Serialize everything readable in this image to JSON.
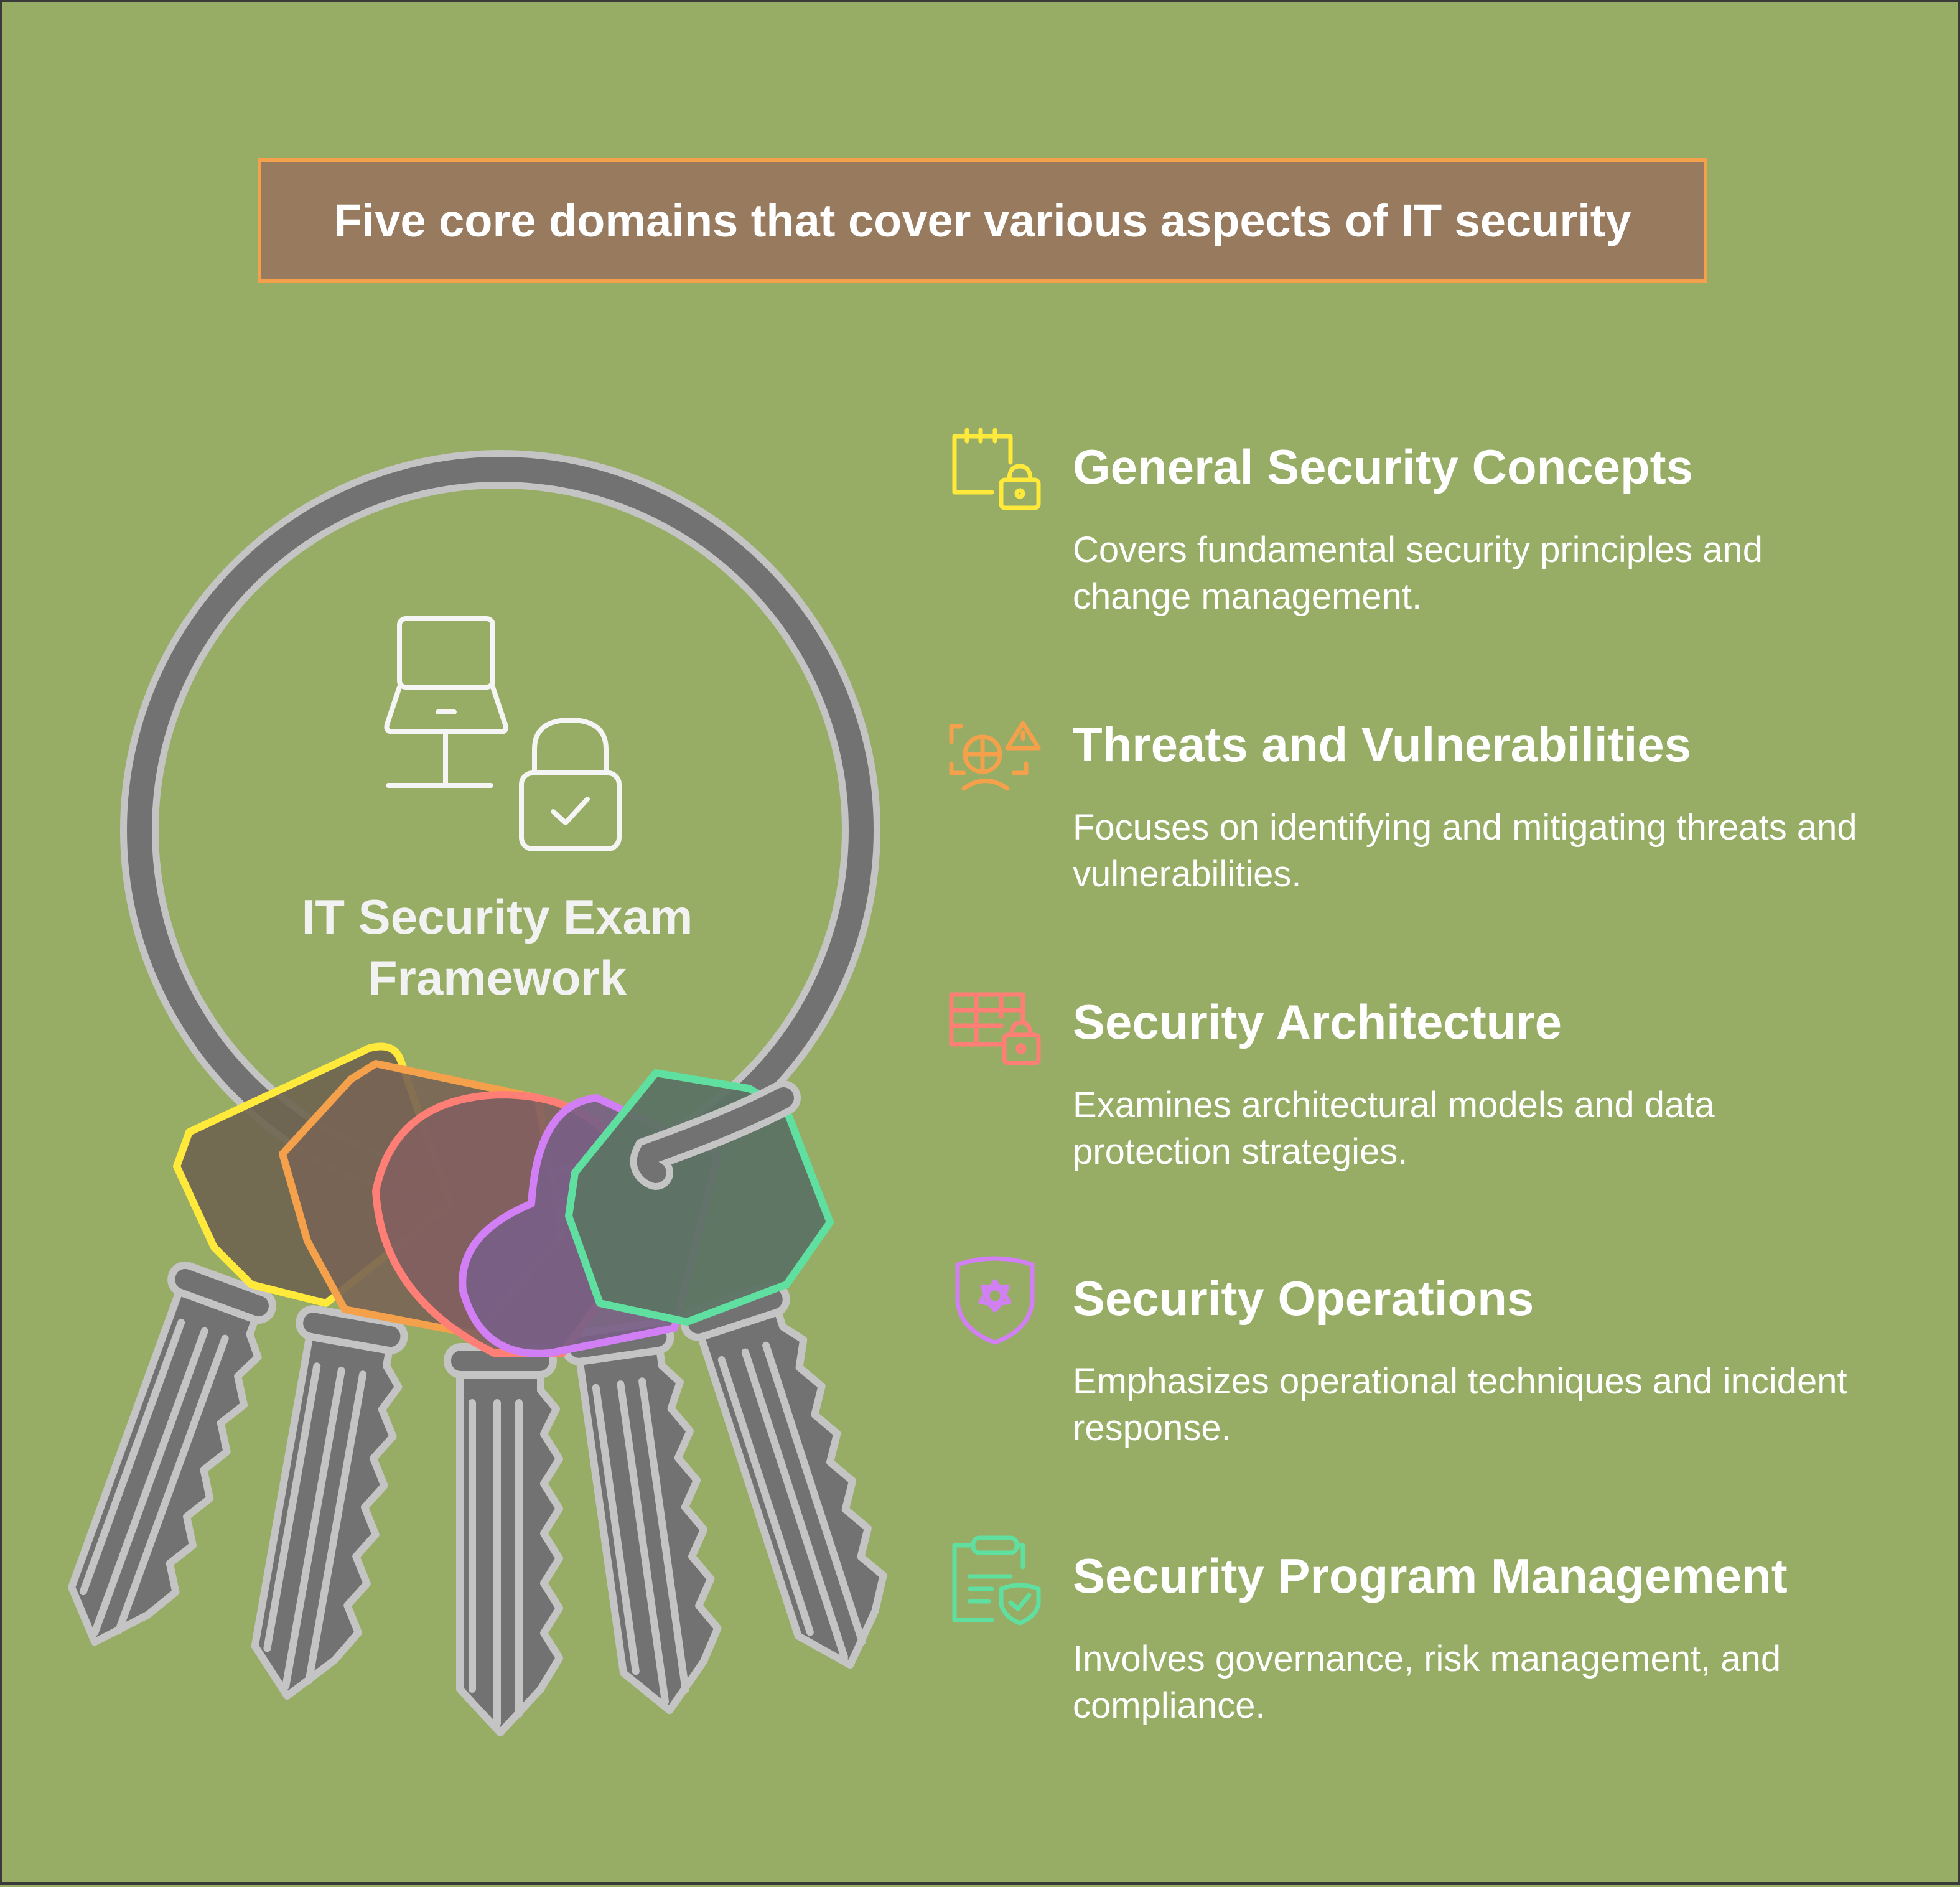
{
  "title": "Five core domains that cover various aspects of IT security",
  "center_label": "IT Security Exam Framework",
  "items": [
    {
      "heading": "General Security Concepts",
      "description": "Covers fundamental security principles and change management.",
      "color": "#ffe93b",
      "icon": "calendar-lock-icon"
    },
    {
      "heading": "Threats and Vulnerabilities",
      "description": "Focuses on identifying and mitigating threats and vulnerabilities.",
      "color": "#f5a04a",
      "icon": "threat-scan-icon"
    },
    {
      "heading": "Security Architecture",
      "description": "Examines architectural models and data protection strategies.",
      "color": "#ff7f77",
      "icon": "table-lock-icon"
    },
    {
      "heading": "Security Operations",
      "description": "Emphasizes operational techniques and incident response.",
      "color": "#d27ff5",
      "icon": "shield-gear-icon"
    },
    {
      "heading": "Security Program Management",
      "description": "Involves governance, risk management, and compliance.",
      "color": "#5fe0a0",
      "icon": "clipboard-shield-icon"
    }
  ]
}
